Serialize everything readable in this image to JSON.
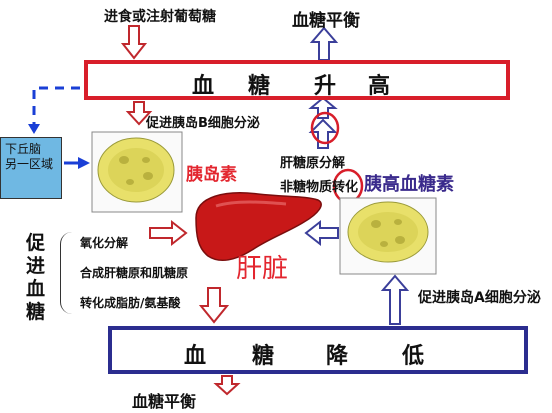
{
  "top_left_text": "进食或注射葡萄糖",
  "top_right_text": "血糖平衡",
  "box_rise": {
    "c1": "血",
    "c2": "糖",
    "c3": "升",
    "c4": "高"
  },
  "beta_text": "促进胰岛B细胞分泌",
  "hypothalamus": "下丘脑\n另一区域",
  "insulin_label": "胰岛素",
  "glycogen_breakdown": "肝糖原分解",
  "non_sugar_conversion": "非糖物质转化",
  "glucagon_label": "胰高血糖素",
  "liver_label": "肝脏",
  "promote_label": "促进血糖",
  "effects": [
    "氧化分解",
    "合成肝糖原和肌糖原",
    "转化成脂肪/氨基酸"
  ],
  "alpha_text": "促进胰岛A细胞分泌",
  "box_fall": {
    "c1": "血",
    "c2": "糖",
    "c3": "降",
    "c4": "低"
  },
  "bottom_text": "血糖平衡",
  "colors": {
    "red_box": "#d81e2a",
    "blue_box": "#2b2d8f",
    "insulin_red": "#e3262f",
    "glucagon_purple": "#3a2a8c",
    "dashed_blue": "#1a3fd6",
    "liver_red": "#c81818",
    "hypothalamus_bg": "#6fb8e3"
  }
}
